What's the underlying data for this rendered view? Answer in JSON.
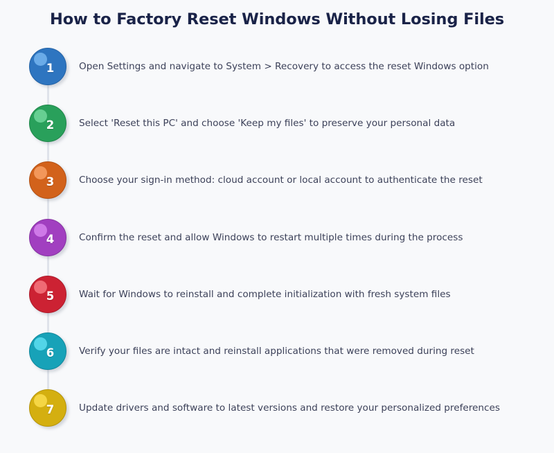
{
  "page": {
    "title": "How to Factory Reset Windows Without Losing Files",
    "background_color": "#f8f9fb",
    "title_color": "#1a2348",
    "text_color": "#3c4159",
    "connector_color": "#dfe3ea"
  },
  "steps": [
    {
      "number": "1",
      "text": "Open Settings and navigate to System > Recovery to access the reset Windows option",
      "color": "#2e75c0",
      "border_color": "#2463a6",
      "highlight_color": "#6aabe8"
    },
    {
      "number": "2",
      "text": "Select 'Reset this PC' and choose 'Keep my files' to preserve your personal data",
      "color": "#29a05b",
      "border_color": "#1f8749",
      "highlight_color": "#66cf92"
    },
    {
      "number": "3",
      "text": "Choose your sign-in method: cloud account or local account to authenticate the reset",
      "color": "#d2621b",
      "border_color": "#b25115",
      "highlight_color": "#f2975a"
    },
    {
      "number": "4",
      "text": "Confirm the reset and allow Windows to restart multiple times during the process",
      "color": "#a13fc0",
      "border_color": "#8733a2",
      "highlight_color": "#cf79e8"
    },
    {
      "number": "5",
      "text": "Wait for Windows to reinstall and complete initialization with fresh system files",
      "color": "#cc2233",
      "border_color": "#ad1b2b",
      "highlight_color": "#ef6a74"
    },
    {
      "number": "6",
      "text": "Verify your files are intact and reinstall applications that were removed during reset",
      "color": "#17a2b8",
      "border_color": "#12889c",
      "highlight_color": "#52d5e8"
    },
    {
      "number": "7",
      "text": "Update drivers and software to latest versions and restore your personalized preferences",
      "color": "#d4af10",
      "border_color": "#b5940b",
      "highlight_color": "#f5d644"
    }
  ]
}
